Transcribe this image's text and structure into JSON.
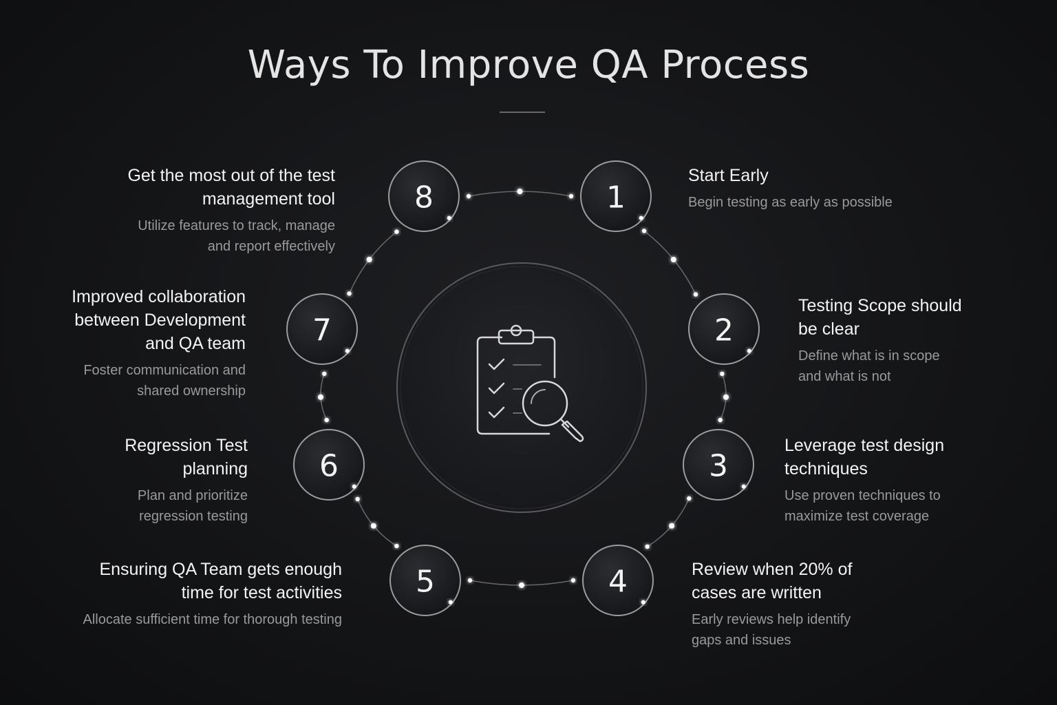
{
  "title": "Ways To Improve QA Process",
  "center_icon": "clipboard-checklist-magnifier-icon",
  "colors": {
    "background": "#141517",
    "circle_stroke": "#c8c8c8",
    "title_text": "#f4f4f4",
    "description_text": "#9a9a9a"
  },
  "steps": [
    {
      "number": "1",
      "title": "Start Early",
      "description": "Begin testing as early as possible"
    },
    {
      "number": "2",
      "title": "Testing Scope should be clear",
      "description": "Define what is in scope and what is not"
    },
    {
      "number": "3",
      "title": "Leverage test design techniques",
      "description": "Use proven techniques to maximize test coverage"
    },
    {
      "number": "4",
      "title": "Review when 20% of cases are written",
      "description": "Early reviews help identify gaps and issues"
    },
    {
      "number": "5",
      "title": "Ensuring QA Team gets enough time for test activities",
      "description": "Allocate sufficient time for thorough testing"
    },
    {
      "number": "6",
      "title": "Regression Test planning",
      "description": "Plan and prioritize regression testing"
    },
    {
      "number": "7",
      "title": "Improved collaboration between Development and QA team",
      "description": "Foster communication and shared ownership"
    },
    {
      "number": "8",
      "title": "Get the most out of the test management tool",
      "description": "Utilize features to track, manage and report effectively"
    }
  ]
}
